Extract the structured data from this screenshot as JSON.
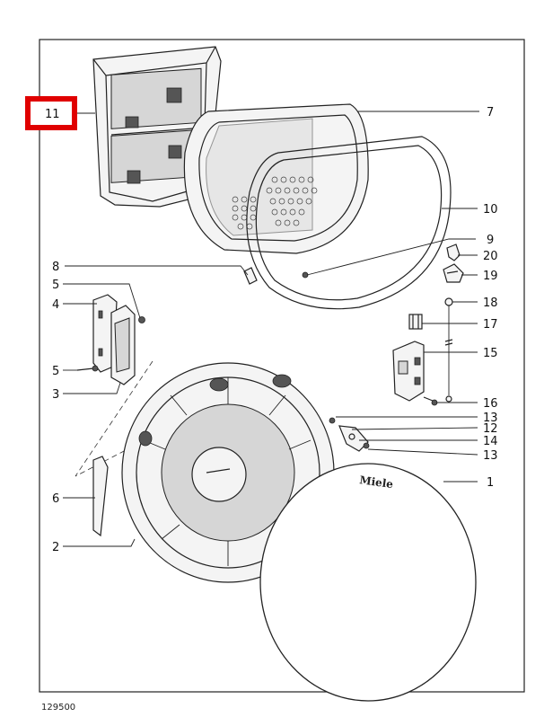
{
  "brand_text": "Miele",
  "document_code": "129500",
  "highlighted_callout": "11",
  "highlight_color": "#e00000",
  "callouts": {
    "c1": "1",
    "c2": "2",
    "c3": "3",
    "c4": "4",
    "c5a": "5",
    "c5b": "5",
    "c6": "6",
    "c7": "7",
    "c8": "8",
    "c9": "9",
    "c10": "10",
    "c11": "11",
    "c12": "12",
    "c13a": "13",
    "c13b": "13",
    "c14": "14",
    "c15": "15",
    "c16": "16",
    "c17": "17",
    "c18": "18",
    "c19": "19",
    "c20": "20"
  }
}
